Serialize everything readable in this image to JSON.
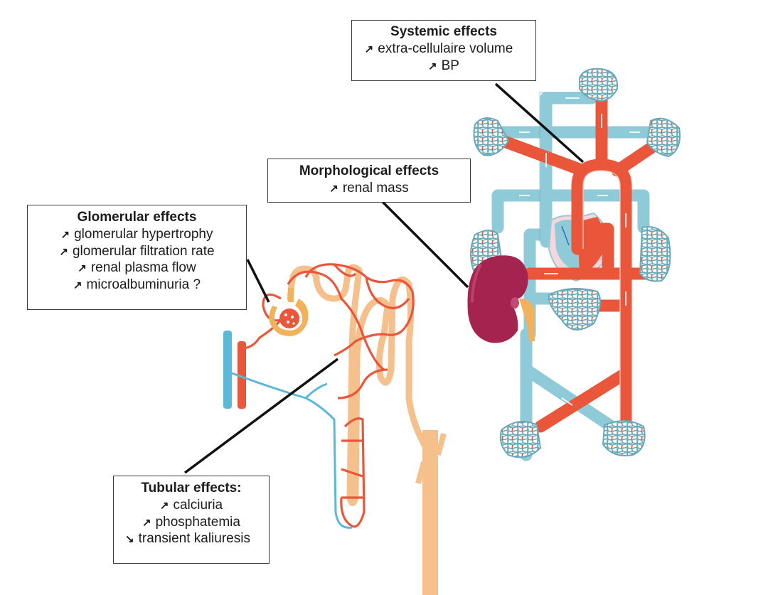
{
  "icons": {
    "increase": "increase-arrow-icon",
    "decrease": "decrease-arrow-icon",
    "increase_glyph": "↗",
    "decrease_glyph": "↘"
  },
  "colors": {
    "artery": "#e9563a",
    "vein": "#8fcad9",
    "vein_dark": "#5fa9be",
    "tubule": "#f6c08c",
    "kidney": "#a4234f",
    "ureter": "#f2b25c"
  },
  "boxes": {
    "systemic": {
      "title": "Systemic effects",
      "items": [
        {
          "dir": "increase",
          "text": "extra-cellulaire volume"
        },
        {
          "dir": "increase",
          "text": "BP"
        }
      ]
    },
    "morphological": {
      "title": "Morphological effects",
      "items": [
        {
          "dir": "increase",
          "text": "renal mass"
        }
      ]
    },
    "glomerular": {
      "title": "Glomerular effects",
      "items": [
        {
          "dir": "increase",
          "text": "glomerular hypertrophy"
        },
        {
          "dir": "increase",
          "text": "glomerular filtration rate"
        },
        {
          "dir": "increase",
          "text": "renal plasma flow"
        },
        {
          "dir": "increase",
          "text": "microalbuminuria ?"
        }
      ]
    },
    "tubular": {
      "title": "Tubular effects:",
      "items": [
        {
          "dir": "increase",
          "text": "calciuria"
        },
        {
          "dir": "increase",
          "text": "phosphatemia"
        },
        {
          "dir": "decrease",
          "text": "transient kaliuresis"
        }
      ]
    }
  }
}
